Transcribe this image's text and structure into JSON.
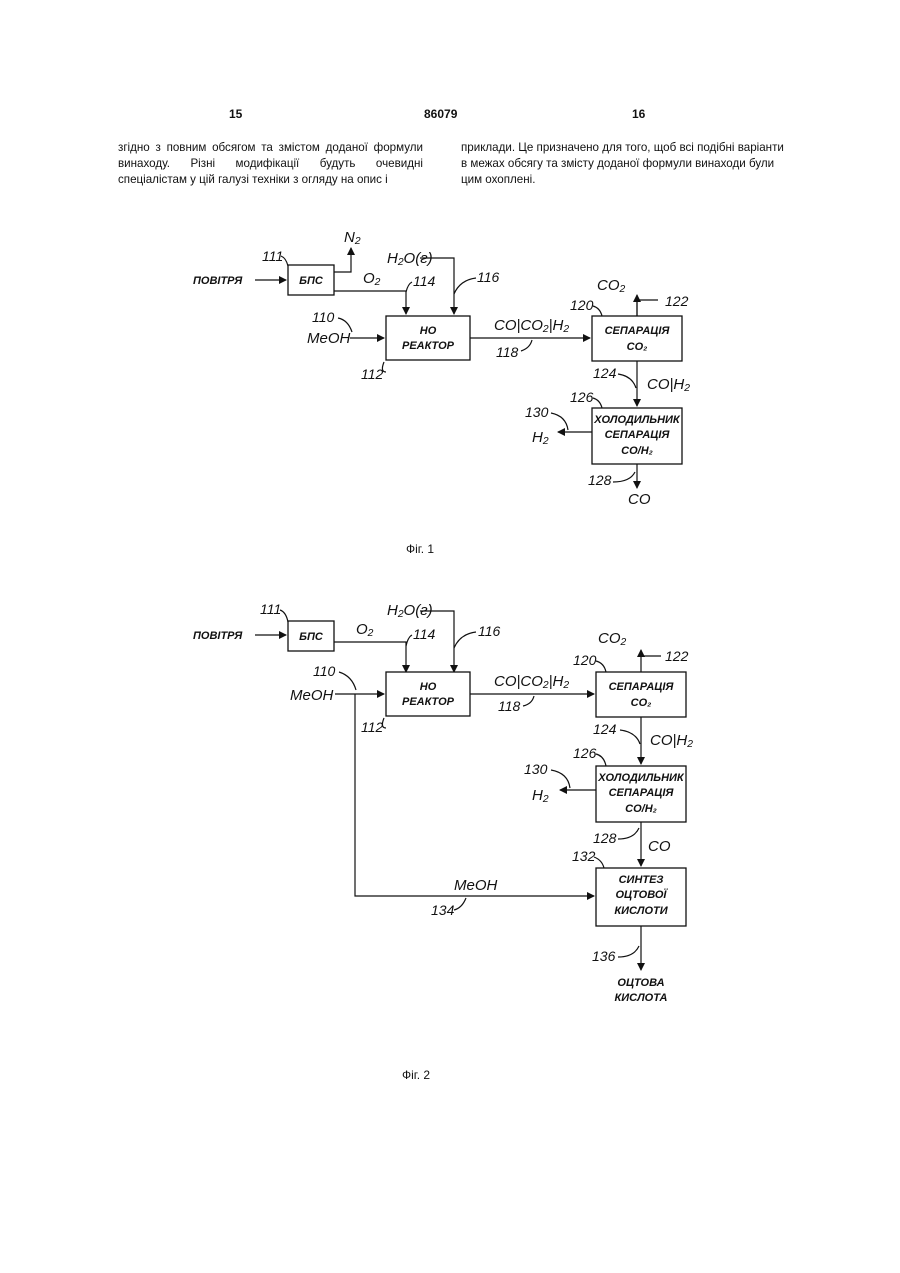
{
  "header": {
    "page_left": "15",
    "doc_number": "86079",
    "page_right": "16"
  },
  "text": {
    "col_left": "згідно з повним обсягом та змістом доданої формули винаходу. Різні модифікації будуть очевидні спеціалістам у цій галузі техніки з огляду на опис і",
    "col_right": "приклади. Це призначено для того, щоб всі подібні варіанти в межах обсягу та змісту доданої формули винаходи були цим охоплені."
  },
  "fig1": {
    "caption": "Фіг. 1",
    "input_label": "ПОВІТРЯ",
    "bps_label": "БПС",
    "reactor_line1": "НО",
    "reactor_line2": "РЕАКТОР",
    "sep_line1": "СЕПАРАЦІЯ",
    "sep_line2": "СО₂",
    "cold_line1": "ХОЛОДИЛЬНИК",
    "cold_line2": "СЕПАРАЦІЯ",
    "cold_line3": "СО/Н₂",
    "n2": "N₂",
    "o2": "O₂",
    "h2o": "H₂O(г)",
    "meoh": "MeOH",
    "stream_mix": "CO|CO₂|H₂",
    "co2": "CO₂",
    "co_h2": "CO|H₂",
    "h2": "H₂",
    "co": "CO",
    "n111": "111",
    "n110": "110",
    "n112": "112",
    "n114": "114",
    "n116": "116",
    "n118": "118",
    "n120": "120",
    "n122": "122",
    "n124": "124",
    "n126": "126",
    "n128": "128",
    "n130": "130"
  },
  "fig2": {
    "caption": "Фіг. 2",
    "input_label": "ПОВІТРЯ",
    "bps_label": "БПС",
    "reactor_line1": "НО",
    "reactor_line2": "РЕАКТОР",
    "sep_line1": "СЕПАРАЦІЯ",
    "sep_line2": "СО₂",
    "cold_line1": "ХОЛОДИЛЬНИК",
    "cold_line2": "СЕПАРАЦІЯ",
    "cold_line3": "СО/Н₂",
    "synth_line1": "СИНТЕЗ",
    "synth_line2": "ОЦТОВОЇ",
    "synth_line3": "КИСЛОТИ",
    "product_line1": "ОЦТОВА",
    "product_line2": "КИСЛОТА",
    "o2": "O₂",
    "h2o": "H₂O(г)",
    "meoh": "MeOH",
    "meoh2": "MeOH",
    "stream_mix": "CO|CO₂|H₂",
    "co2": "CO₂",
    "co_h2": "CO|H₂",
    "h2": "H₂",
    "co": "CO",
    "n111": "111",
    "n110": "110",
    "n112": "112",
    "n114": "114",
    "n116": "116",
    "n118": "118",
    "n120": "120",
    "n122": "122",
    "n124": "124",
    "n126": "126",
    "n128": "128",
    "n130": "130",
    "n132": "132",
    "n134": "134",
    "n136": "136"
  }
}
